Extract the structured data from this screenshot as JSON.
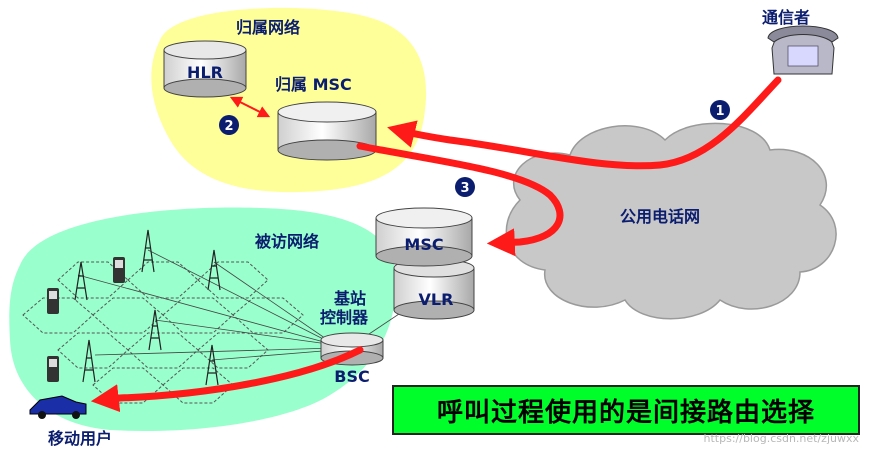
{
  "labels": {
    "home_network": "归属网络",
    "hlr": "HLR",
    "home_msc": "归属 MSC",
    "caller": "通信者",
    "pstn": "公用电话网",
    "visited_network": "被访网络",
    "msc": "MSC",
    "vlr": "VLR",
    "bsc_line1": "基站",
    "bsc_line2": "控制器",
    "bsc": "BSC",
    "mobile_user": "移动用户"
  },
  "steps": {
    "one": "1",
    "two": "2",
    "three": "3"
  },
  "caption": "呼叫过程使用的是间接路由选择",
  "watermark": "https://blog.csdn.net/zjuwxx",
  "colors": {
    "home_area": "#ffff99",
    "visited_area": "#99ffcc",
    "cloud": "#c8c8c8",
    "route": "#ff1a1a",
    "label_navy": "#0b1d6e",
    "caption_bg": "#00ff2a",
    "step_badge": "#0b1d6e"
  },
  "icons": [
    "telephone-icon",
    "database-cylinder-icon",
    "cell-tower-icon",
    "mobile-phone-icon",
    "car-icon",
    "cloud-icon"
  ]
}
